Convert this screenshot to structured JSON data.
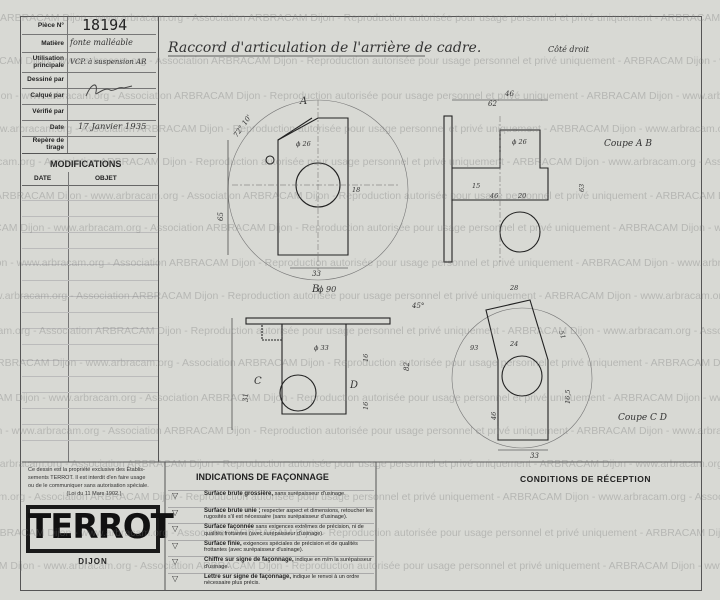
{
  "title_block": {
    "piece_label": "Pièce N°",
    "piece_value": "18194",
    "matiere_label": "Matière",
    "matiere_value": "fonte malléable",
    "utilisation_label": "Utilisation principale",
    "utilisation_value": "VCP. à suspension AR",
    "dessine_label": "Dessiné par",
    "calque_label": "Calqué par",
    "verifie_label": "Vérifié par",
    "date_label": "Date",
    "date_value": "17 Janvier 1935",
    "repere_label": "Repère de tirage"
  },
  "modifications": {
    "heading": "MODIFICATIONS",
    "col_date": "DATE",
    "col_objet": "OBJET"
  },
  "drawing": {
    "title": "Raccord d'articulation de l'arrière de cadre.",
    "title_side": "Côté droit",
    "coupe_ab": "Coupe A B",
    "coupe_cd": "Coupe C D",
    "label_a": "A",
    "label_b": "B",
    "label_c": "C",
    "label_d": "D",
    "dims": {
      "d46": "46",
      "d62": "62",
      "d33_top": "33",
      "d33_bottom": "33",
      "d90": "ϕ 90",
      "d65": "65",
      "d26": "ϕ 26",
      "d18": "18",
      "d45": "45°",
      "d72": "72° 10'",
      "d82": "82",
      "d16a": "16",
      "d16b": "16",
      "d31": "31",
      "d33a": "ϕ 33",
      "d24": "24",
      "d46b": "46",
      "d46c": "46",
      "d26b": "ϕ 26",
      "d20": "20",
      "d63": "63",
      "d15": "15",
      "d28": "28",
      "d51": "51",
      "d93": "93",
      "d165": "16,5"
    }
  },
  "notice": {
    "text1": "Ce dessin est la propriété exclusive des Établis-",
    "text2": "sements TERROT. Il est interdit d'en faire usage",
    "text3": "ou de le communiquer sans autorisation spéciale.",
    "text4": "(Loi du 11 Mars 1902.)"
  },
  "logo": {
    "brand": "TERROT",
    "city": "DIJON"
  },
  "indications": {
    "heading": "INDICATIONS DE FAÇONNAGE",
    "items": [
      {
        "bold": "Surface brute grossière,",
        "rest": "sans surépaisseur d'usinage."
      },
      {
        "bold": "Surface brute unie ;",
        "rest": "respecter aspect et dimensions, retoucher les rugosités s'il est nécessaire (sans surépaisseur d'usinage)."
      },
      {
        "bold": "Surface façonnée",
        "rest": "sans exigences extrêmes de précision, ni de qualités frottantes (avec surépaisseur d'usinage)."
      },
      {
        "bold": "Surface finie,",
        "rest": "exigences spéciales de précision et de qualités frottantes (avec surépaisseur d'usinage)."
      },
      {
        "bold": "Chiffre sur signe de façonnage,",
        "rest": "indique en m/m la surépaisseur d'usinage."
      },
      {
        "bold": "Lettre sur signe de façonnage,",
        "rest": "indique le renvoi à un ordre nécessaire plus précis."
      }
    ]
  },
  "reception": {
    "heading": "CONDITIONS DE RÉCEPTION"
  },
  "watermark": {
    "text": "ARBRACAM Dijon - www.arbracam.org - Association ARBRACAM Dijon - Reproduction autorisée pour usage personnel et privé uniquement - ARBRACAM Dijon - www.arbracam.org - Association ARBRACAM"
  }
}
